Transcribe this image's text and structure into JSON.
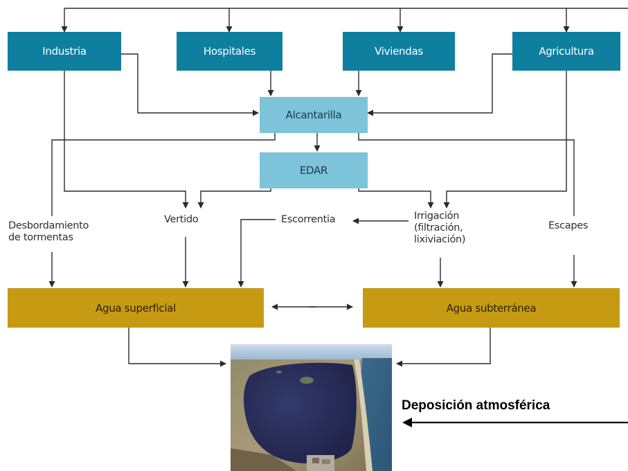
{
  "sources": {
    "industria": "Industria",
    "hospitales": "Hospitales",
    "viviendas": "Viviendas",
    "agricultura": "Agricultura"
  },
  "nodes": {
    "alcantarilla": "Alcantarilla",
    "edar": "EDAR"
  },
  "pathways": {
    "desbordamiento_line1": "Desbordamiento",
    "desbordamiento_line2": "de tormentas",
    "vertido": "Vertido",
    "escorrentia": "Escorrentia",
    "irrigacion_line1": "Irrigación",
    "irrigacion_line2": "(filtración,",
    "irrigacion_line3": "lixiviación)",
    "escapes": "Escapes"
  },
  "receptors": {
    "agua_superficial": "Agua superficial",
    "agua_subterranea": "Agua subterránea"
  },
  "deposition_label": "Deposición atmosférica",
  "colors": {
    "source_box": "#0f7fa0",
    "intermediate_box": "#7dc3d9",
    "water_box": "#c69a12",
    "lagoon_water": "#2a2f5e"
  },
  "image": {
    "subject": "aerial-photo-coastal-lagoon"
  }
}
